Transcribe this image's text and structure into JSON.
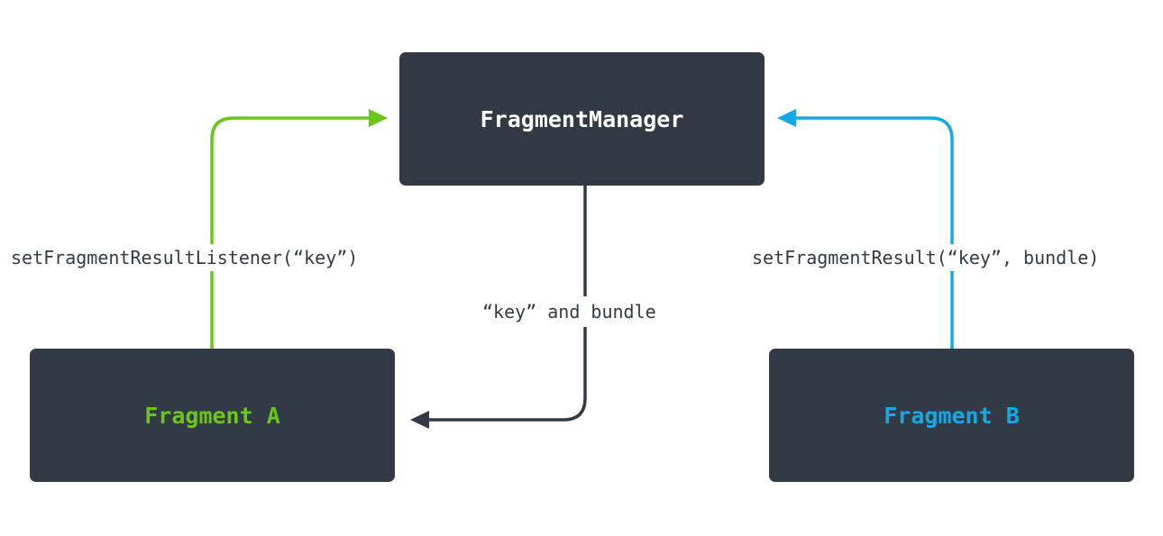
{
  "colors": {
    "box_fill": "#323b45",
    "box_text": "#ffffff",
    "fragment_a_accent": "#6cc519",
    "fragment_b_accent": "#15a8e6",
    "return_arrow": "#323b45",
    "background": "#ffffff"
  },
  "nodes": {
    "manager": {
      "label": "FragmentManager"
    },
    "fragment_a": {
      "label": "Fragment A"
    },
    "fragment_b": {
      "label": "Fragment B"
    }
  },
  "edges": {
    "a_to_manager": {
      "label": "setFragmentResultListener(“key”)"
    },
    "b_to_manager": {
      "label": "setFragmentResult(“key”, bundle)"
    },
    "manager_to_a": {
      "label": "“key” and bundle"
    }
  }
}
